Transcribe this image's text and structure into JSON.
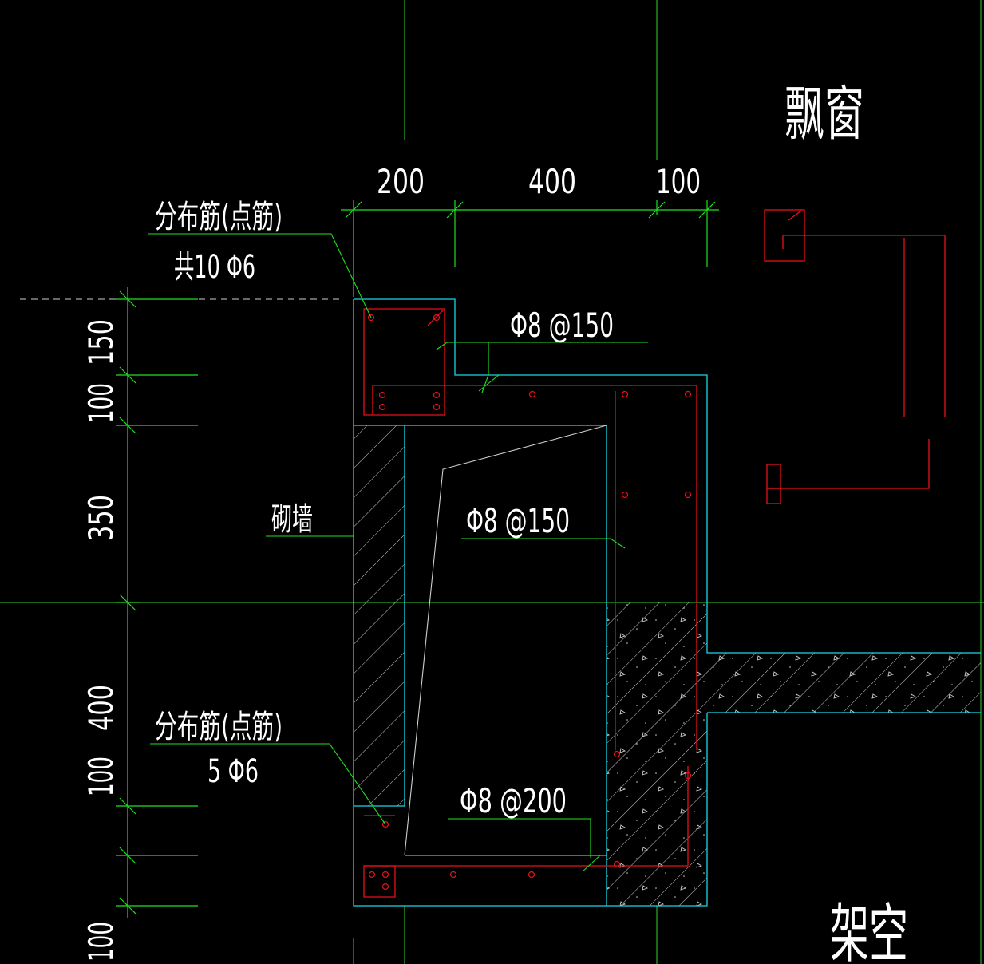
{
  "labels": {
    "bay_window": "飘窗",
    "stilt_floor": "架空",
    "masonry_wall": "砌墙",
    "dist_bar_top_line1": "分布筋(点筋)",
    "dist_bar_top_line2": "共10 Φ6",
    "dist_bar_bottom_line1": "分布筋(点筋)",
    "dist_bar_bottom_line2": "5 Φ6",
    "rebar_top": "Φ8 @150",
    "rebar_mid": "Φ8 @150",
    "rebar_bottom": "Φ8 @200"
  },
  "dimensions": {
    "horizontal": [
      "200",
      "400",
      "100"
    ],
    "vertical": [
      "150",
      "100",
      "350",
      "400",
      "100",
      "100"
    ]
  },
  "colors": {
    "background": "#000000",
    "grid_axis": "#2fd02f",
    "concrete_outline": "#19d6e6",
    "rebar": "#e8101a",
    "dimension": "#22e022",
    "hatch": "#cfcfcf",
    "text": "#ffffff"
  }
}
